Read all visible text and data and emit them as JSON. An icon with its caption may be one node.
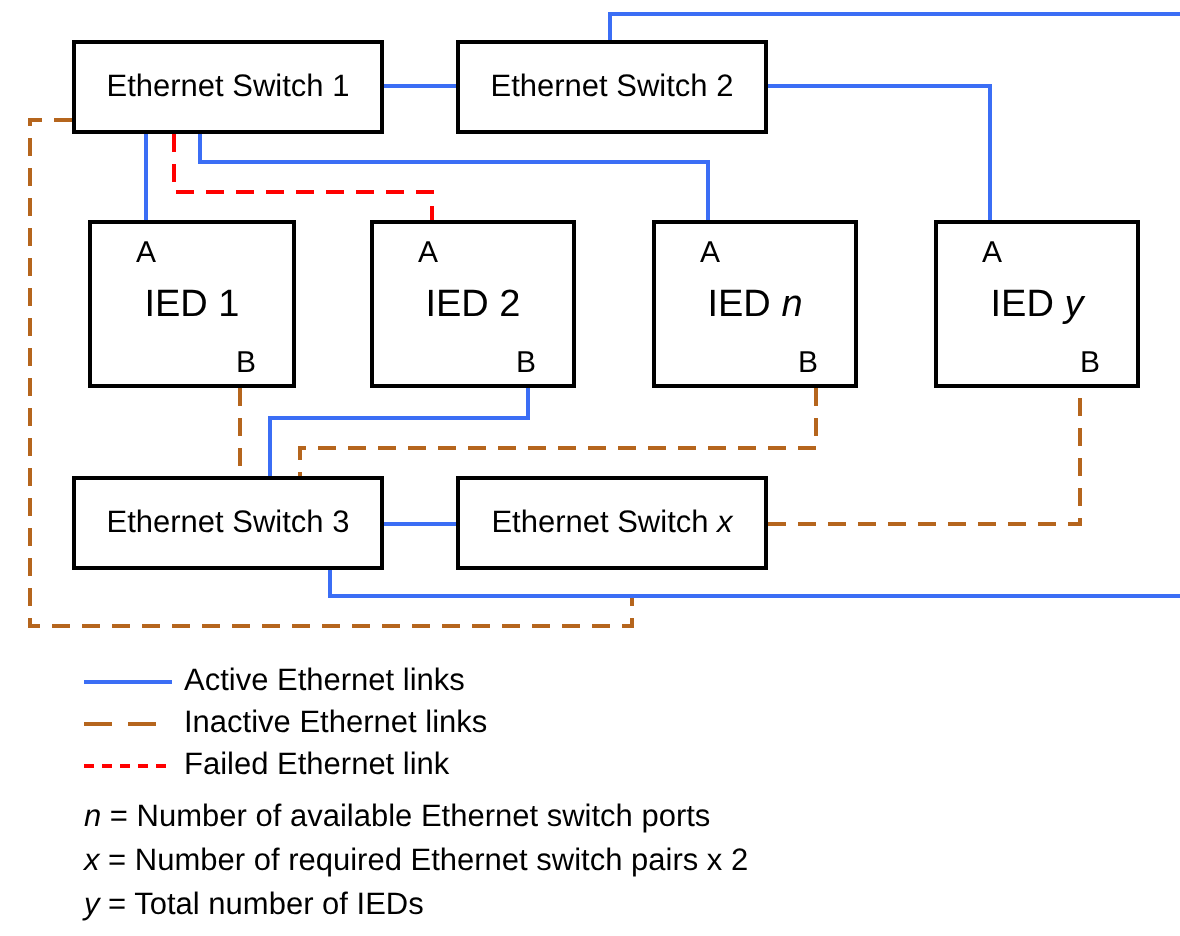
{
  "diagram": {
    "nodes": [
      {
        "text": [
          "Ethernet Switch 1"
        ]
      },
      {
        "text": [
          "Ethernet Switch 2"
        ]
      },
      {
        "text": [
          "A",
          "IED 1",
          "B"
        ]
      },
      {
        "text": [
          "A",
          "IED 2",
          "B"
        ]
      },
      {
        "text": [
          "A",
          "IED *n*",
          "B"
        ]
      },
      {
        "text": [
          "A",
          "IED *y*",
          "B"
        ]
      },
      {
        "text": [
          "Ethernet Switch 3"
        ]
      },
      {
        "text": [
          "Ethernet Switch *x*"
        ]
      }
    ],
    "edges": [
      {
        "from": 0,
        "to": 1,
        "arrow": "none"
      },
      {
        "from": 0,
        "to": 2,
        "arrow": "none"
      },
      {
        "from": 0,
        "to": 3,
        "arrow": "none",
        "style": "dashed",
        "color": "#ff0000"
      },
      {
        "from": 0,
        "to": 4,
        "arrow": "none"
      },
      {
        "from": 0,
        "to": null,
        "arrow": "none",
        "style": "dashed",
        "color": "#b5651d"
      },
      {
        "from": 1,
        "to": null,
        "arrow": "none"
      },
      {
        "from": 1,
        "to": 5,
        "arrow": "none"
      },
      {
        "from": 2,
        "to": 6,
        "arrow": "none",
        "style": "dashed",
        "color": "#b5651d"
      },
      {
        "from": 3,
        "to": 6,
        "arrow": "none"
      },
      {
        "from": 4,
        "to": 6,
        "arrow": "none",
        "style": "dashed",
        "color": "#b5651d"
      },
      {
        "from": 6,
        "to": 7,
        "arrow": "none"
      },
      {
        "from": 6,
        "to": null,
        "arrow": "none"
      },
      {
        "from": 7,
        "to": 5,
        "arrow": "none",
        "style": "dashed",
        "color": "#b5651d"
      }
    ],
    "labels": [
      "*n* = Number of available Ethernet switch ports",
      "*x* = Number of required Ethernet switch pairs x 2",
      "*y* = Total number of IEDs"
    ],
    "legend": [
      {
        "text": "Active Ethernet links"
      },
      {
        "text": "Inactive Ethernet links"
      },
      {
        "text": "Failed Ethernet link"
      }
    ]
  }
}
